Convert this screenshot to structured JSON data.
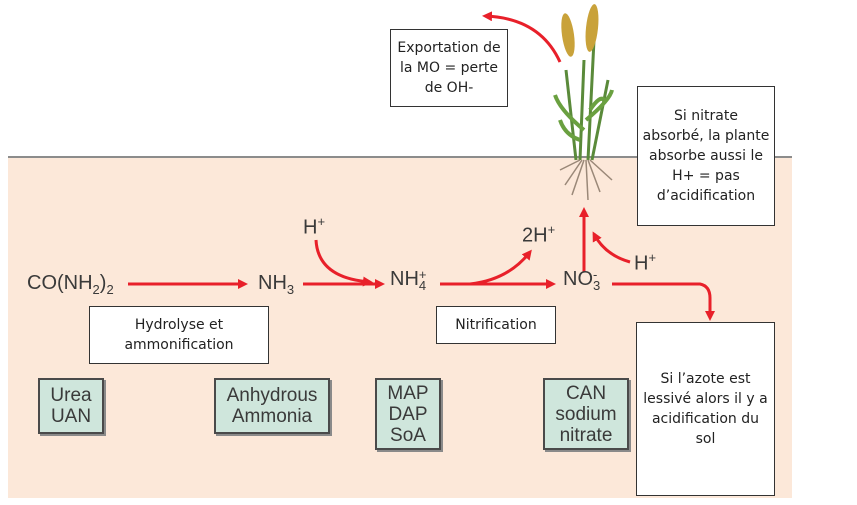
{
  "chemicals": {
    "urea_formula": {
      "main": "CO(NH",
      "sub": "2",
      "tail": ")",
      "sub2": "2"
    },
    "ammonia": {
      "main": "NH",
      "sub": "3"
    },
    "ammonium": {
      "main": "NH",
      "sup": "+",
      "sub": "4"
    },
    "nitrate": {
      "main": "NO",
      "sup": "-",
      "sub": "3"
    },
    "h_plus_top": {
      "main": "H",
      "sup": "+"
    },
    "two_h_plus": {
      "main": "2H",
      "sup": "+"
    },
    "h_plus_right": {
      "main": "H",
      "sup": "+"
    }
  },
  "notes": {
    "exportation": "Exportation de la MO = perte de OH-",
    "nitrate_absorbed": "Si nitrate absorbé, la plante absorbe aussi le H+ = pas d’acidification",
    "hydrolysis": "Hydrolyse et ammonification",
    "nitrification": "Nitrification",
    "leaching": "Si l’azote est lessivé alors il y a acidification du sol"
  },
  "products": {
    "urea": "Urea\nUAN",
    "anhydrous": "Anhydrous\nAmmonia",
    "map": "MAP\nDAP\nSoA",
    "can": "CAN\nsodium\nnitrate"
  },
  "colors": {
    "arrow": "#e8202a",
    "soil": "#fce8d9",
    "product_box": "#cfe6dc"
  }
}
